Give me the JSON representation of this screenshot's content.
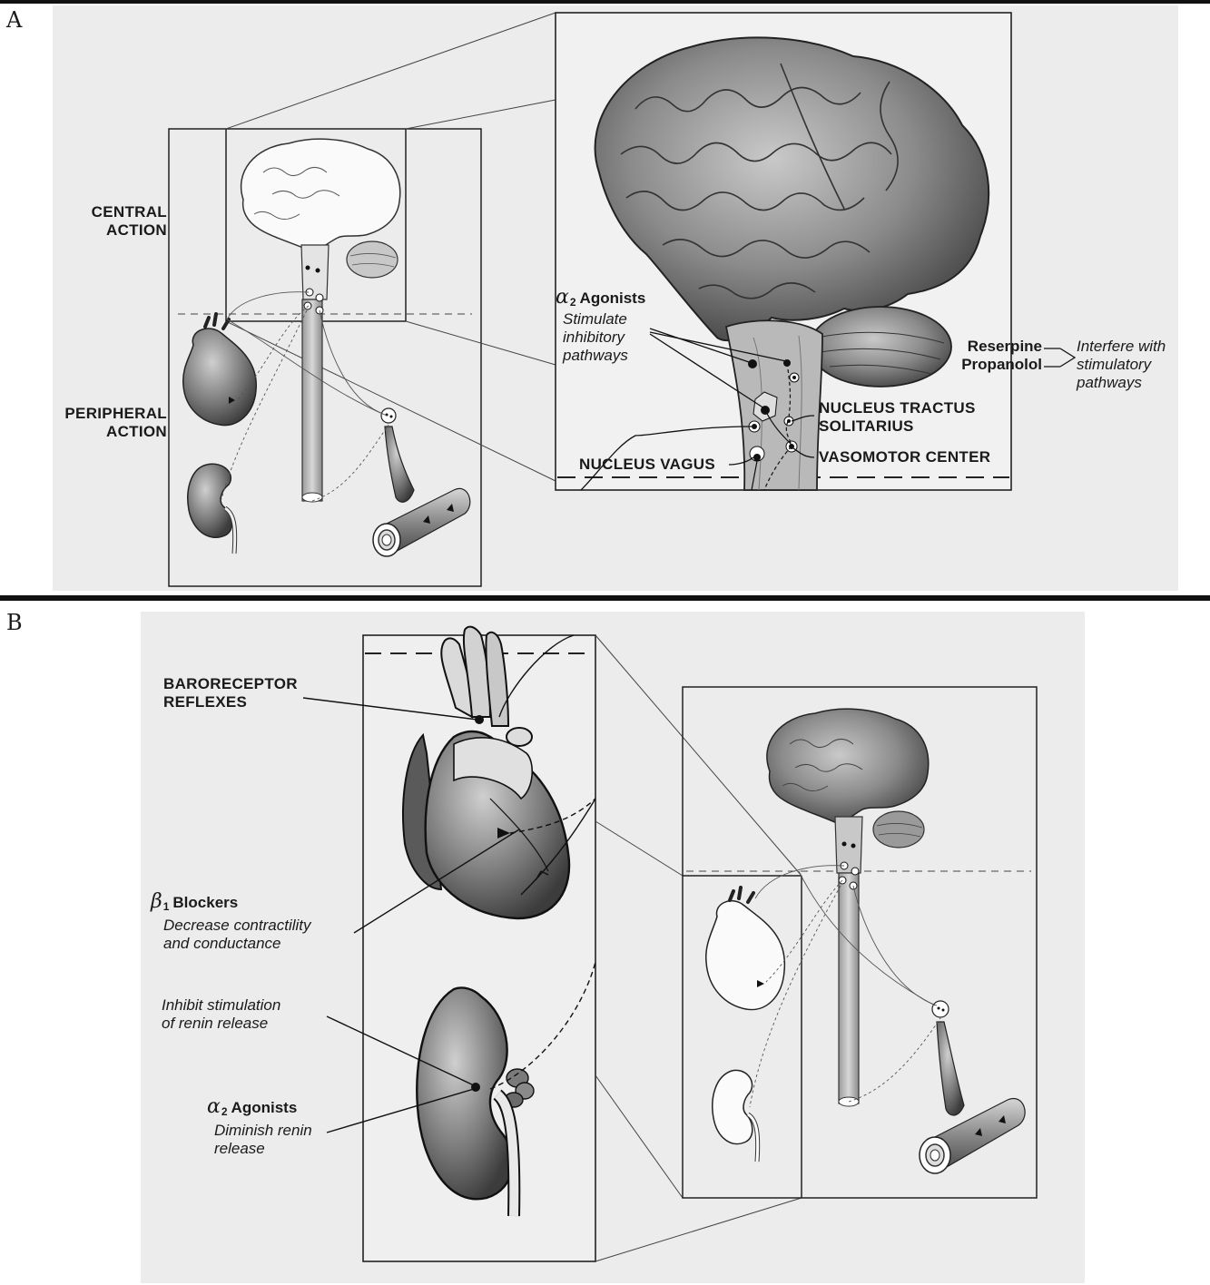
{
  "colors": {
    "shade": "#ececec",
    "ink": "#1a1a1a",
    "organ_dark": "#5e5e5e",
    "organ_mid": "#9a9a9a"
  },
  "panel_a": {
    "letter": "A",
    "central_action": [
      "CENTRAL",
      "ACTION"
    ],
    "peripheral_action": [
      "PERIPHERAL",
      "ACTION"
    ],
    "alpha2_agonists": {
      "greek": "α",
      "sub": "2",
      "title": "Agonists",
      "desc": [
        "Stimulate",
        "inhibitory",
        "pathways"
      ]
    },
    "drugs": [
      "Reserpine",
      "Propanolol"
    ],
    "drugs_desc": [
      "Interfere with",
      "stimulatory",
      "pathways"
    ],
    "nucleus_tractus": [
      "NUCLEUS TRACTUS",
      "SOLITARIUS"
    ],
    "vasomotor_center": "VASOMOTOR CENTER",
    "nucleus_vagus": "NUCLEUS VAGUS",
    "icons": [
      "brain-icon",
      "heart-icon",
      "kidney-icon",
      "blood-vessel-icon",
      "nerve-cell-icon"
    ]
  },
  "panel_b": {
    "letter": "B",
    "baroreceptor": [
      "BARORECEPTOR",
      "REFLEXES"
    ],
    "beta1_blockers": {
      "greek": "β",
      "sub": "1",
      "title": "Blockers",
      "desc": [
        "Decrease contractility",
        "and conductance"
      ]
    },
    "inhibit_renin": [
      "Inhibit stimulation",
      "of renin release"
    ],
    "alpha2_agonists": {
      "greek": "α",
      "sub": "2",
      "title": "Agonists",
      "desc": [
        "Diminish renin",
        "release"
      ]
    }
  }
}
